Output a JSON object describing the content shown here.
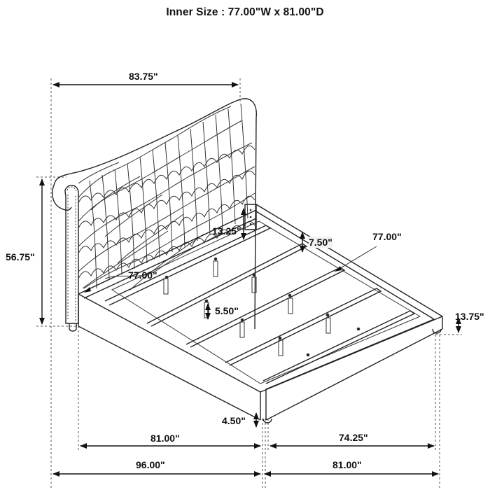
{
  "title": "Inner Size : 77.00\"W x 81.00\"D",
  "inner_size": {
    "width": "77.00\"",
    "depth": "81.00\""
  },
  "dimensions": {
    "headboard_width": "83.75\"",
    "overall_height": "56.75\"",
    "headboard_rail_clearance": "13.25\"",
    "rail_to_slat_depth": "7.50\"",
    "inner_width_right": "77.00\"",
    "inner_width_left": "77.00\"",
    "leg_to_slat": "5.50\"",
    "side_rail_height": "13.75\"",
    "leg_height": "4.50\"",
    "inner_length": "81.00\"",
    "footboard_inner_width": "74.25\"",
    "overall_length": "96.00\"",
    "overall_width": "81.00\""
  },
  "colors": {
    "line": "#222222",
    "background": "#ffffff"
  }
}
